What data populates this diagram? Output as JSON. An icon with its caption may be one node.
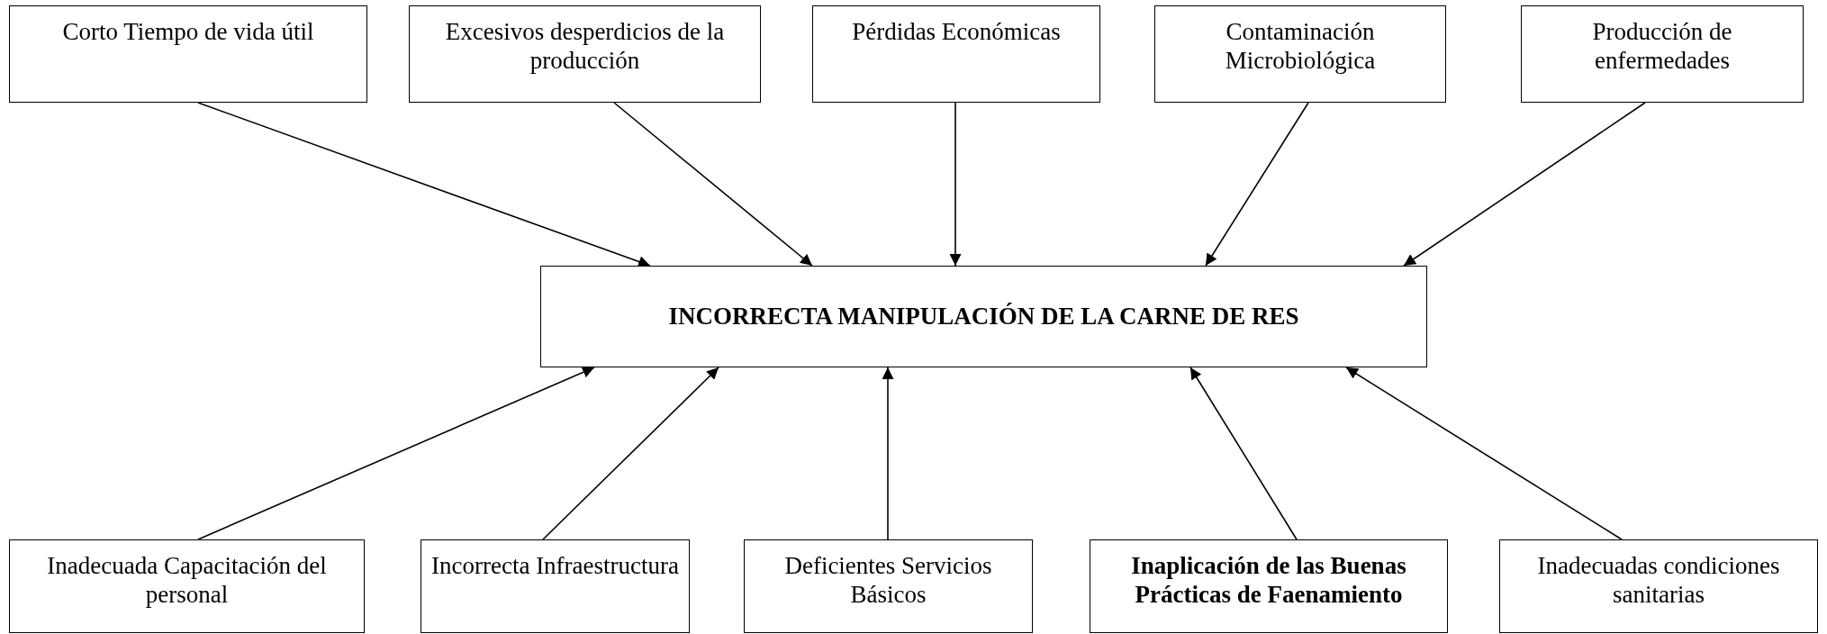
{
  "diagram": {
    "nodes": [
      {
        "text": [
          "Corto Tiempo de vida útil"
        ]
      },
      {
        "text": [
          "Excesivos desperdicios de la producción"
        ]
      },
      {
        "text": [
          "Pérdidas Económicas"
        ]
      },
      {
        "text": [
          "Contaminación Microbiológica"
        ]
      },
      {
        "text": [
          "Producción de enfermedades"
        ]
      },
      {
        "text": [
          "INCORRECTA MANIPULACIÓN DE  LA CARNE DE RES"
        ]
      },
      {
        "text": [
          "Inadecuada Capacitación del personal"
        ]
      },
      {
        "text": [
          "Incorrecta Infraestructura"
        ]
      },
      {
        "text": [
          "Deficientes Servicios Básicos"
        ]
      },
      {
        "text": [
          "Inaplicación de las Buenas Prácticas de Faenamiento"
        ]
      },
      {
        "text": [
          "Inadecuadas condiciones sanitarias"
        ]
      }
    ],
    "edges": [
      {
        "from": 0,
        "to": 5,
        "arrow": "to"
      },
      {
        "from": 1,
        "to": 5,
        "arrow": "to"
      },
      {
        "from": 2,
        "to": 5,
        "arrow": "to"
      },
      {
        "from": 3,
        "to": 5,
        "arrow": "to"
      },
      {
        "from": 4,
        "to": 5,
        "arrow": "to"
      },
      {
        "from": 6,
        "to": 5,
        "arrow": "to"
      },
      {
        "from": 7,
        "to": 5,
        "arrow": "to"
      },
      {
        "from": 8,
        "to": 5,
        "arrow": "to"
      },
      {
        "from": 9,
        "to": 5,
        "arrow": "to"
      },
      {
        "from": 10,
        "to": 5,
        "arrow": "to"
      }
    ]
  }
}
